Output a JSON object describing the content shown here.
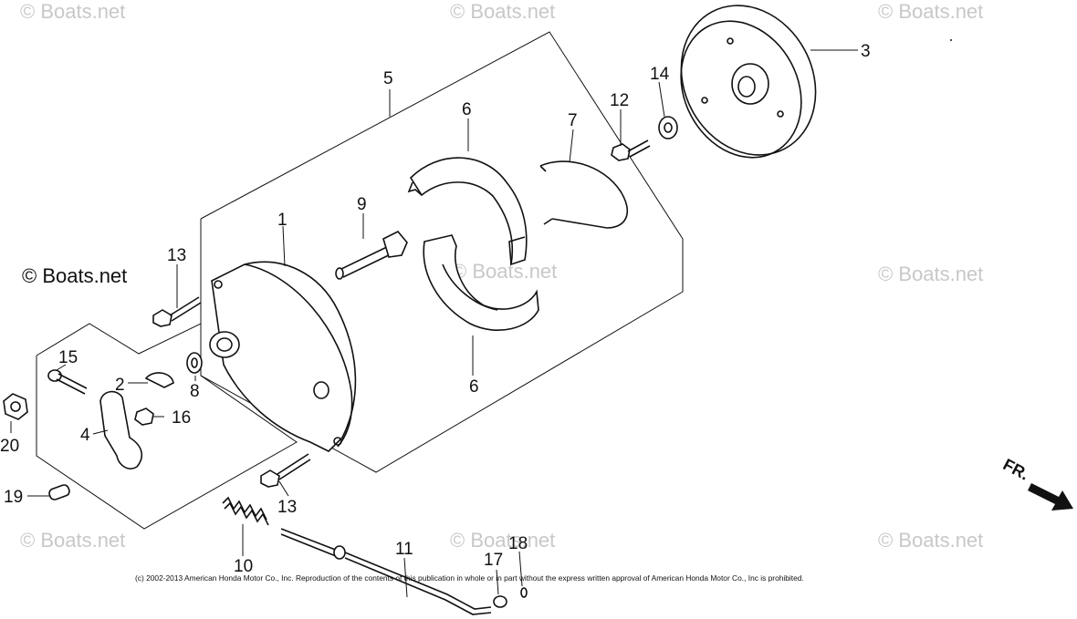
{
  "diagram": {
    "watermark_text": "© Boats.net",
    "watermark_logo_text": "© Boats.net",
    "fr_label": "FR.",
    "copyright": "(c) 2002-2013 American Honda Motor Co., Inc. Reproduction of the contents of this publication in whole or in part without the express written approval of American Honda Motor Co., Inc is prohibited.",
    "callouts": [
      {
        "id": "c1",
        "text": "1"
      },
      {
        "id": "c2",
        "text": "2"
      },
      {
        "id": "c3",
        "text": "3"
      },
      {
        "id": "c4",
        "text": "4"
      },
      {
        "id": "c5",
        "text": "5"
      },
      {
        "id": "c6a",
        "text": "6"
      },
      {
        "id": "c6b",
        "text": "6"
      },
      {
        "id": "c7",
        "text": "7"
      },
      {
        "id": "c8",
        "text": "8"
      },
      {
        "id": "c9",
        "text": "9"
      },
      {
        "id": "c10",
        "text": "10"
      },
      {
        "id": "c11",
        "text": "11"
      },
      {
        "id": "c12",
        "text": "12"
      },
      {
        "id": "c13a",
        "text": "13"
      },
      {
        "id": "c13b",
        "text": "13"
      },
      {
        "id": "c14",
        "text": "14"
      },
      {
        "id": "c15",
        "text": "15"
      },
      {
        "id": "c16",
        "text": "16"
      },
      {
        "id": "c17",
        "text": "17"
      },
      {
        "id": "c18",
        "text": "18"
      },
      {
        "id": "c19",
        "text": "19"
      },
      {
        "id": "c20",
        "text": "20"
      }
    ]
  }
}
